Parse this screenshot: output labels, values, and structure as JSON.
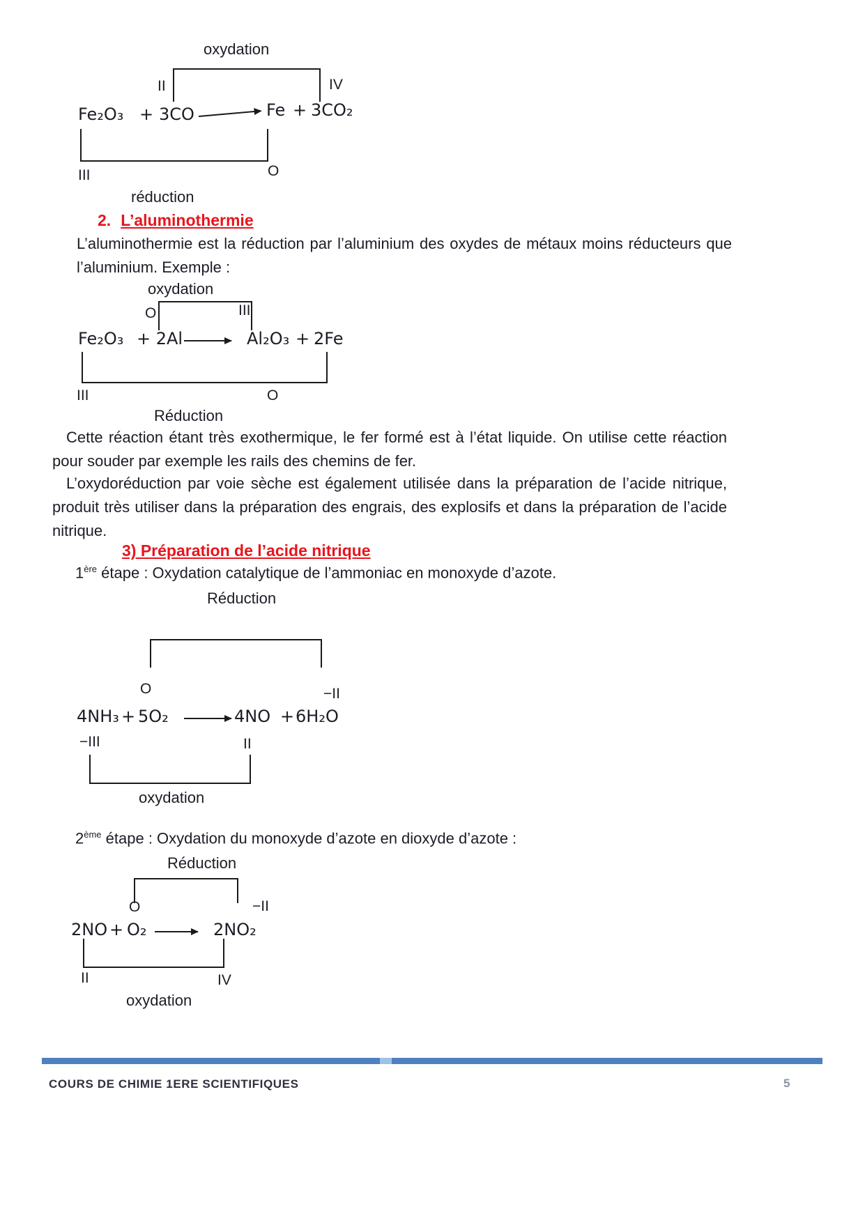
{
  "colors": {
    "text": "#1c1c26",
    "heading_red": "#e8141d",
    "line": "#1a1a1a",
    "footer_bar": "#4e81bd",
    "footer_bar_light": "#9dc3e6",
    "footer_text": "#30303f",
    "page_number": "#8a93a6"
  },
  "section2": {
    "number": "2.",
    "title": "L’aluminothermie",
    "intro": "L’aluminothermie est la réduction par l’aluminium des oxydes de métaux moins réducteurs que l’aluminium. Exemple :",
    "para_exothermique": "Cette réaction étant très exothermique, le fer formé est à l’état liquide. On utilise cette réaction pour souder par exemple les rails des chemins de fer.",
    "para_oxydoreduction": "L’oxydoréduction par voie sèche est également utilisée dans la préparation de l’acide nitrique, produit très utiliser dans la préparation des engrais, des explosifs et dans la préparation de l’acide nitrique."
  },
  "section3": {
    "title": "3) Préparation de l’acide nitrique",
    "step1": {
      "num": "1",
      "sup": "ère",
      "rest": " étape : Oxydation catalytique de l’ammoniac en monoxyde d’azote."
    },
    "step2": {
      "num": "2",
      "sup": "ème",
      "rest": " étape : Oxydation du monoxyde d’azote en dioxyde d’azote :"
    }
  },
  "diagram1": {
    "top_label": "oxydation",
    "ox_top_left": "II",
    "ox_top_right": "IV",
    "term1": "Fe₂O₃",
    "plus1": "+",
    "term2": "3CO",
    "term3": "Fe",
    "plus2": "+",
    "term4": "3CO₂",
    "ox_bottom_left": "III",
    "ox_bottom_right": "O",
    "bottom_label": "réduction"
  },
  "diagram2": {
    "top_label": "oxydation",
    "ox_top_left": "O",
    "ox_top_right": "III",
    "term1": "Fe₂O₃",
    "plus1": "+ 2Al",
    "term3": "Al₂O₃",
    "plus2": "+",
    "term4": "2Fe",
    "ox_bottom_left": "III",
    "ox_bottom_right": "O",
    "bottom_label": "Réduction"
  },
  "diagram3": {
    "top_label": "Réduction",
    "ox_top_left": "O",
    "ox_top_right": "−II",
    "term1": "4NH₃",
    "plus1": "+",
    "term2": "5O₂",
    "term3": "4NO",
    "plus2": "+",
    "term4": "6H₂O",
    "ox_bottom_left": "−III",
    "ox_bottom_right": "II",
    "bottom_label": "oxydation"
  },
  "diagram4": {
    "top_label": "Réduction",
    "ox_top_left": "O",
    "ox_top_right": "−II",
    "term1": "2NO",
    "plus1": "+",
    "term2": "O₂",
    "term3": "2NO₂",
    "ox_bottom_left": "II",
    "ox_bottom_right": "IV",
    "bottom_label": "oxydation"
  },
  "footer": {
    "title": "COURS DE CHIMIE 1ERE SCIENTIFIQUES",
    "page_number": "5"
  }
}
